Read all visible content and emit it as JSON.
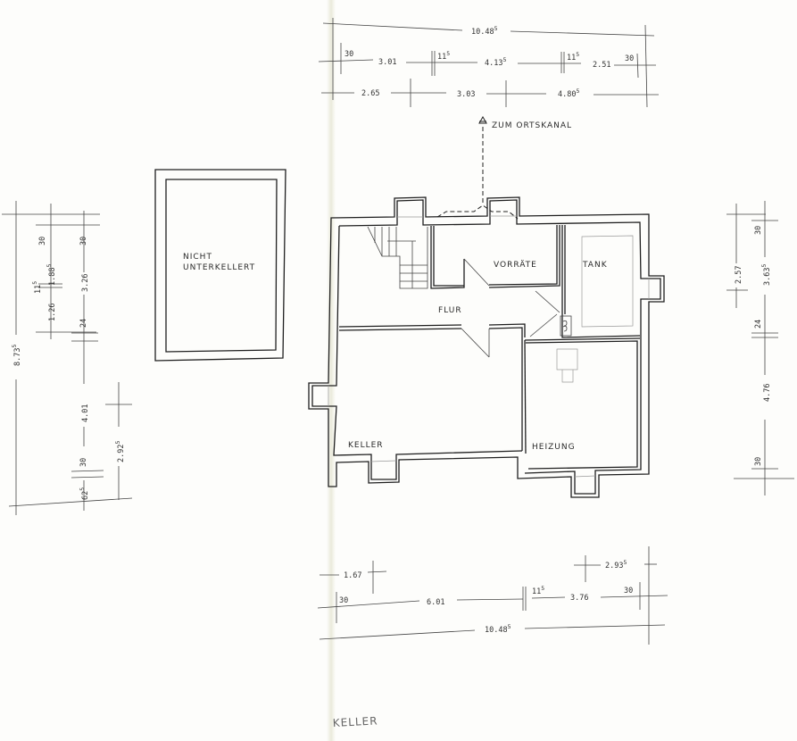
{
  "drawing": {
    "title": "KELLER",
    "rooms": {
      "nicht_unterkellert_line1": "NICHT",
      "nicht_unterkellert_line2": "UNTERKELLERT",
      "vorraete": "VORRÄTE",
      "tank": "TANK",
      "flur": "FLUR",
      "keller": "KELLER",
      "heizung": "HEIZUNG"
    },
    "annotation": {
      "sewer": "ZUM ORTSKANAL"
    }
  },
  "dimensions": {
    "top": {
      "overall": {
        "base": "10.48",
        "sup": "5"
      },
      "row1": [
        {
          "base": "30",
          "sup": ""
        },
        {
          "base": "3.01",
          "sup": ""
        },
        {
          "base": "11",
          "sup": "5"
        },
        {
          "base": "4.13",
          "sup": "5"
        },
        {
          "base": "11",
          "sup": "5"
        },
        {
          "base": "2.51",
          "sup": ""
        },
        {
          "base": "30",
          "sup": ""
        }
      ],
      "row2": [
        {
          "base": "2.65",
          "sup": ""
        },
        {
          "base": "3.03",
          "sup": ""
        },
        {
          "base": "4.80",
          "sup": "5"
        }
      ]
    },
    "bottom": {
      "overall": {
        "base": "10.48",
        "sup": "5"
      },
      "row1": [
        {
          "base": "30",
          "sup": ""
        },
        {
          "base": "6.01",
          "sup": ""
        },
        {
          "base": "11",
          "sup": "5"
        },
        {
          "base": "3.76",
          "sup": ""
        },
        {
          "base": "30",
          "sup": ""
        }
      ],
      "partial_left": {
        "base": "1.67",
        "sup": ""
      },
      "partial_right": {
        "base": "2.93",
        "sup": "5"
      }
    },
    "left": {
      "overall": {
        "base": "8.73",
        "sup": "5"
      },
      "col1": [
        {
          "base": "30",
          "sup": ""
        },
        {
          "base": "1.88",
          "sup": "5"
        },
        {
          "base": "11",
          "sup": "5"
        },
        {
          "base": "1.26",
          "sup": ""
        }
      ],
      "col2": [
        {
          "base": "30",
          "sup": ""
        },
        {
          "base": "3.26",
          "sup": ""
        },
        {
          "base": "24",
          "sup": ""
        },
        {
          "base": "4.01",
          "sup": ""
        },
        {
          "base": "30",
          "sup": ""
        },
        {
          "base": "62",
          "sup": "5"
        }
      ],
      "col3": [
        {
          "base": "2.92",
          "sup": "5"
        }
      ]
    },
    "right": {
      "col1": [
        {
          "base": "2.57",
          "sup": ""
        }
      ],
      "col2": [
        {
          "base": "30",
          "sup": ""
        },
        {
          "base": "3.63",
          "sup": "5"
        },
        {
          "base": "24",
          "sup": ""
        },
        {
          "base": "4.76",
          "sup": ""
        },
        {
          "base": "30",
          "sup": ""
        }
      ]
    }
  }
}
